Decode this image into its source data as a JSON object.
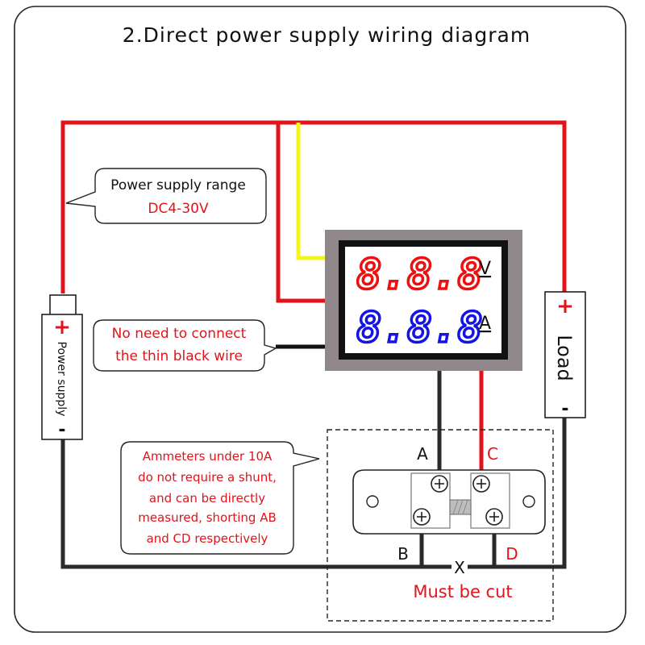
{
  "title": "2.Direct power supply wiring diagram",
  "notes": {
    "power_range_line1": "Power supply range",
    "power_range_line2": "DC4-30V",
    "thin_wire_line1": "No need to connect",
    "thin_wire_line2": "the thin black wire",
    "shunt_lines": [
      "Ammeters under 10A",
      "do not require a shunt,",
      "and can be directly",
      "measured, shorting AB",
      "and CD respectively"
    ]
  },
  "meter": {
    "voltage_digits": "8.8.8",
    "voltage_unit": "V",
    "current_digits": "8.8.8",
    "current_unit": "A"
  },
  "power_supply": {
    "label": "Power supply",
    "plus": "+",
    "minus": "-"
  },
  "load": {
    "label": "Load",
    "plus": "+",
    "minus": "-"
  },
  "terminals": {
    "a": "A",
    "b": "B",
    "c": "C",
    "d": "D",
    "x": "X"
  },
  "cut_label": "Must be cut",
  "colors": {
    "wire_red": "#e0141b",
    "wire_black": "#2a2a2a",
    "wire_yellow": "#f5f51e",
    "meter_bezel": "#8f8789",
    "display_red": "#ee1010",
    "display_blue": "#1414e6",
    "note_red": "#e0141b"
  }
}
